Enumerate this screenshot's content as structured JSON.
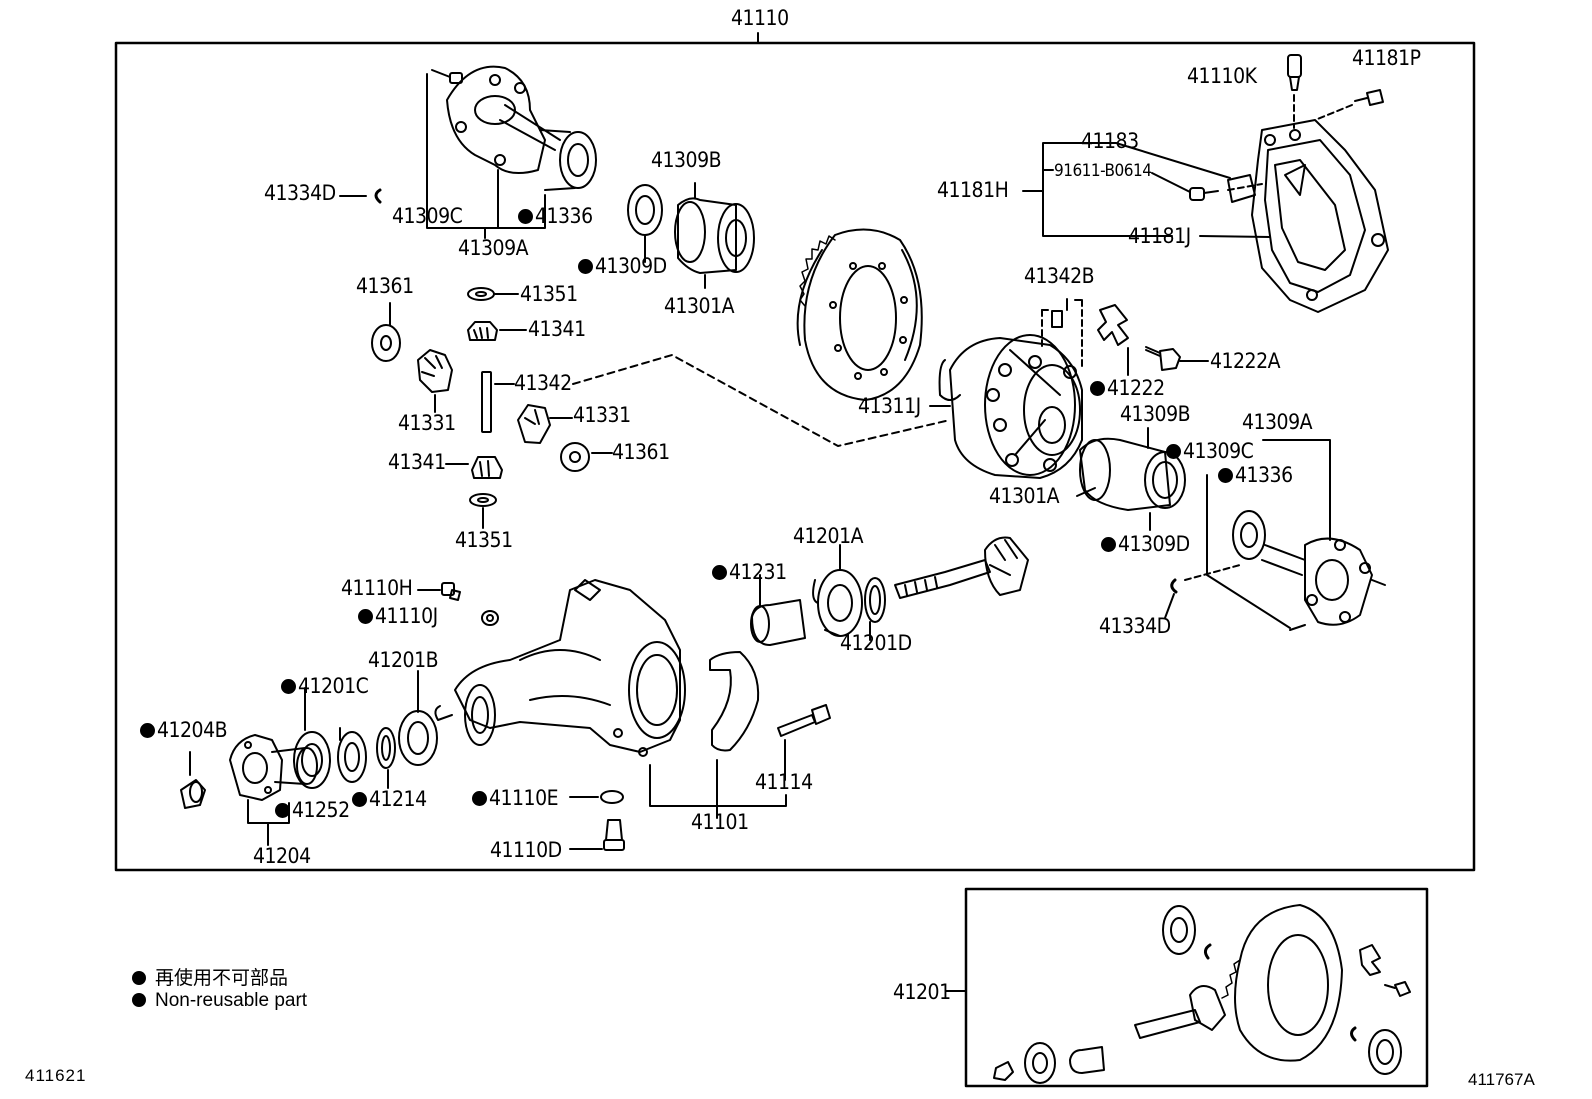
{
  "labels": {
    "assembly": "41110",
    "l_41181P": "41181P",
    "l_41110K": "41110K",
    "l_41183": "41183",
    "l_41181H": "41181H",
    "l_91611": "91611-B0614",
    "l_41181J": "41181J",
    "l_41309B_top": "41309B",
    "l_41334D_top": "41334D",
    "l_41309C_top": "41309C",
    "l_41336_top": "41336",
    "l_41309A_top": "41309A",
    "l_41309D_top": "41309D",
    "l_41301A_top": "41301A",
    "l_41361_a": "41361",
    "l_41351_a": "41351",
    "l_41341_a": "41341",
    "l_41342": "41342",
    "l_41331_a": "41331",
    "l_41331_b": "41331",
    "l_41341_b": "41341",
    "l_41361_b": "41361",
    "l_41351_b": "41351",
    "l_41342B": "41342B",
    "l_41222A": "41222A",
    "l_41222": "41222",
    "l_41311J": "41311J",
    "l_41309B_r": "41309B",
    "l_41309A_r": "41309A",
    "l_41309C_r": "41309C",
    "l_41336_r": "41336",
    "l_41301A_r": "41301A",
    "l_41309D_r": "41309D",
    "l_41334D_r": "41334D",
    "l_41201A": "41201A",
    "l_41231": "41231",
    "l_41201D": "41201D",
    "l_41110H": "41110H",
    "l_41110J": "41110J",
    "l_41201B": "41201B",
    "l_41201C": "41201C",
    "l_41204B": "41204B",
    "l_41214": "41214",
    "l_41252": "41252",
    "l_41204": "41204",
    "l_41110E": "41110E",
    "l_41110D": "41110D",
    "l_41101": "41101",
    "l_41114": "41114",
    "l_41201": "41201"
  },
  "legend": {
    "jp": "再使用不可部品",
    "en": "Non-reusable part"
  },
  "codes": {
    "left": "411621",
    "right": "411767A"
  }
}
